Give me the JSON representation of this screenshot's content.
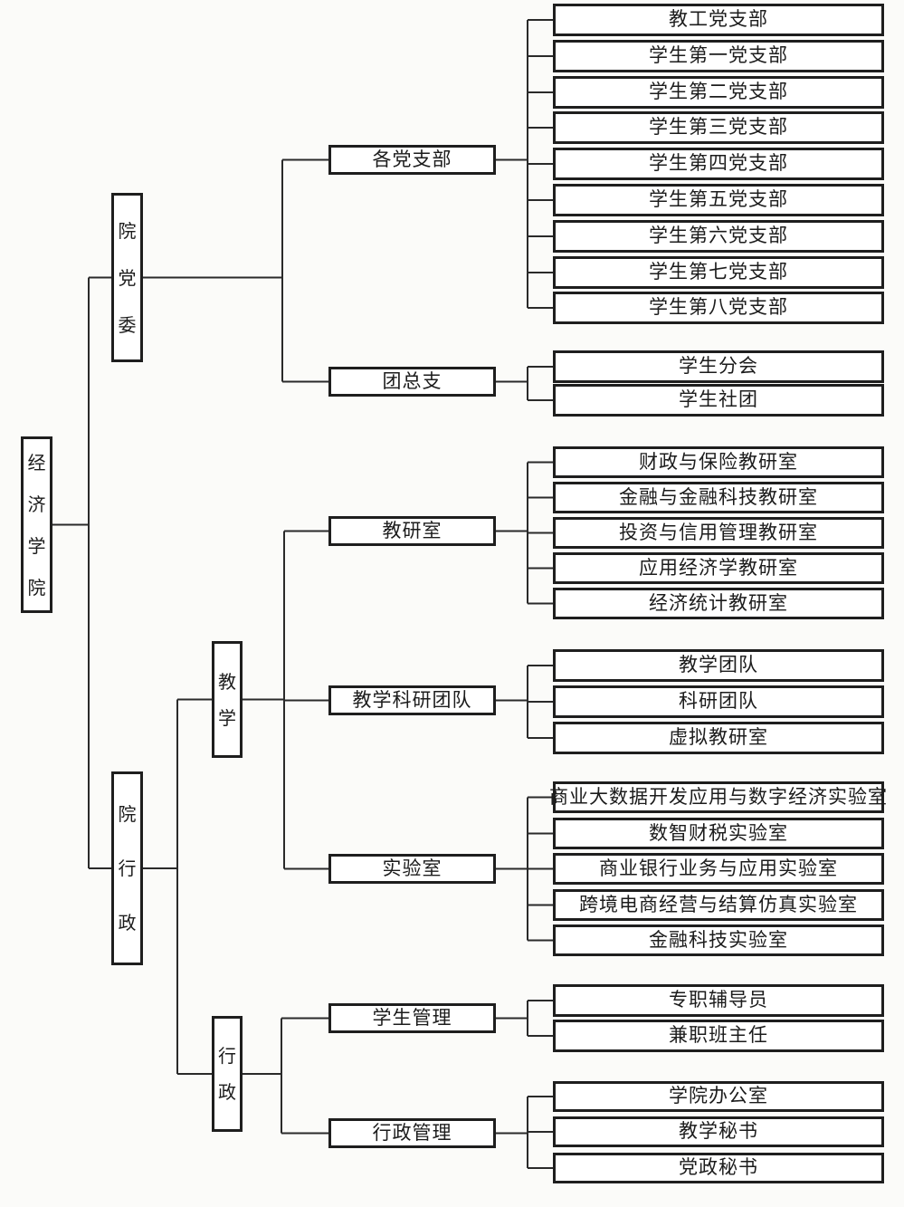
{
  "chart": {
    "root": {
      "label": "经济学院"
    },
    "party_committee": {
      "label": "院党委"
    },
    "college_admin": {
      "label": "院行政"
    },
    "party_branches": {
      "label": "各党支部",
      "children": [
        "教工党支部",
        "学生第一党支部",
        "学生第二党支部",
        "学生第三党支部",
        "学生第四党支部",
        "学生第五党支部",
        "学生第六党支部",
        "学生第七党支部",
        "学生第八党支部"
      ]
    },
    "youth_league": {
      "label": "团总支",
      "children": [
        "学生分会",
        "学生社团"
      ]
    },
    "teaching": {
      "label": "教学"
    },
    "admin": {
      "label": "行政"
    },
    "teaching_research_offices": {
      "label": "教研室",
      "children": [
        "财政与保险教研室",
        "金融与金融科技教研室",
        "投资与信用管理教研室",
        "应用经济学教研室",
        "经济统计教研室"
      ]
    },
    "teaching_research_teams": {
      "label": "教学科研团队",
      "children": [
        "教学团队",
        "科研团队",
        "虚拟教研室"
      ]
    },
    "laboratories": {
      "label": "实验室",
      "children": [
        "商业大数据开发应用与数字经济实验室",
        "数智财税实验室",
        "商业银行业务与应用实验室",
        "跨境电商经营与结算仿真实验室",
        "金融科技实验室"
      ]
    },
    "student_management": {
      "label": "学生管理",
      "children": [
        "专职辅导员",
        "兼职班主任"
      ]
    },
    "admin_management": {
      "label": "行政管理",
      "children": [
        "学院办公室",
        "教学秘书",
        "党政秘书"
      ]
    }
  },
  "colors": {
    "background": "#fbfbf9",
    "box_fill": "#ffffff",
    "border": "#1e1e1e",
    "line": "#2a2a2a"
  }
}
